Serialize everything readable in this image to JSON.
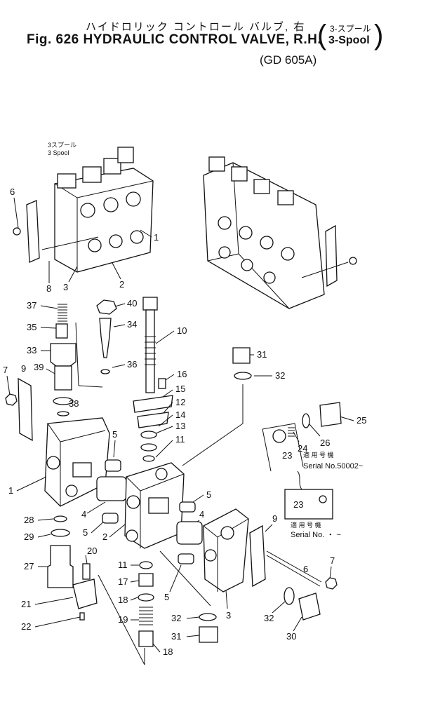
{
  "header": {
    "title_jp": "ハイドロリック コントロール バルブ, 右",
    "title_en": "Fig. 626 HYDRAULIC CONTROL VALVE, R.H.",
    "spool_jp": "3-スプール",
    "spool_en": "3-Spool",
    "model": "(GD 605A)"
  },
  "callouts": {
    "assembly_jp": "3スプール",
    "assembly_en": "3  Spool",
    "serial_top_jp": "適 用 号 機",
    "serial_top": "Serial No.50002~",
    "serial_bottom_jp": "適 用 号 機",
    "serial_bottom": "Serial No.   ・ ~"
  },
  "parts": {
    "p1": "1",
    "p2": "2",
    "p3": "3",
    "p4": "4",
    "p5": "5",
    "p6": "6",
    "p7": "7",
    "p8": "8",
    "p9": "9",
    "p10": "10",
    "p11": "11",
    "p12": "12",
    "p13": "13",
    "p14": "14",
    "p15": "15",
    "p16": "16",
    "p17": "17",
    "p18": "18",
    "p19": "19",
    "p20": "20",
    "p21": "21",
    "p22": "22",
    "p23": "23",
    "p24": "24",
    "p25": "25",
    "p26": "26",
    "p27": "27",
    "p28": "28",
    "p29": "29",
    "p30": "30",
    "p31": "31",
    "p32": "32",
    "p33": "33",
    "p34": "34",
    "p35": "35",
    "p36": "36",
    "p37": "37",
    "p38": "38",
    "p39": "39",
    "p40": "40"
  }
}
